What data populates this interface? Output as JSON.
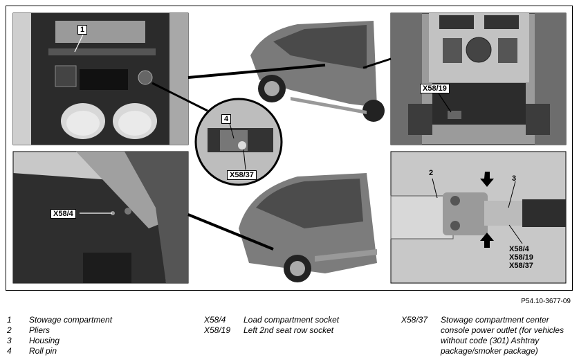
{
  "callouts": {
    "c1": "1",
    "c2": "2",
    "c3": "3",
    "c4": "4",
    "x58_19_top": "X58/19",
    "x58_4_left": "X58/4",
    "x58_37_circle": "X58/37",
    "x58_4_detail": "X58/4",
    "x58_19_detail": "X58/19",
    "x58_37_detail": "X58/37"
  },
  "reference": "P54.10-3677-09",
  "legend": {
    "col1": [
      {
        "key": "1",
        "text": "Stowage compartment"
      },
      {
        "key": "2",
        "text": "Pliers"
      },
      {
        "key": "3",
        "text": "Housing"
      },
      {
        "key": "4",
        "text": "Roll pin"
      }
    ],
    "col2": [
      {
        "key": "X58/4",
        "text": "Load compartment socket"
      },
      {
        "key": "X58/19",
        "text": "Left 2nd seat row socket"
      }
    ],
    "col3": [
      {
        "key": "X58/37",
        "text": "Stowage compartment center console power outlet (for vehicles without code (301) Ashtray package/smoker package)"
      }
    ]
  }
}
